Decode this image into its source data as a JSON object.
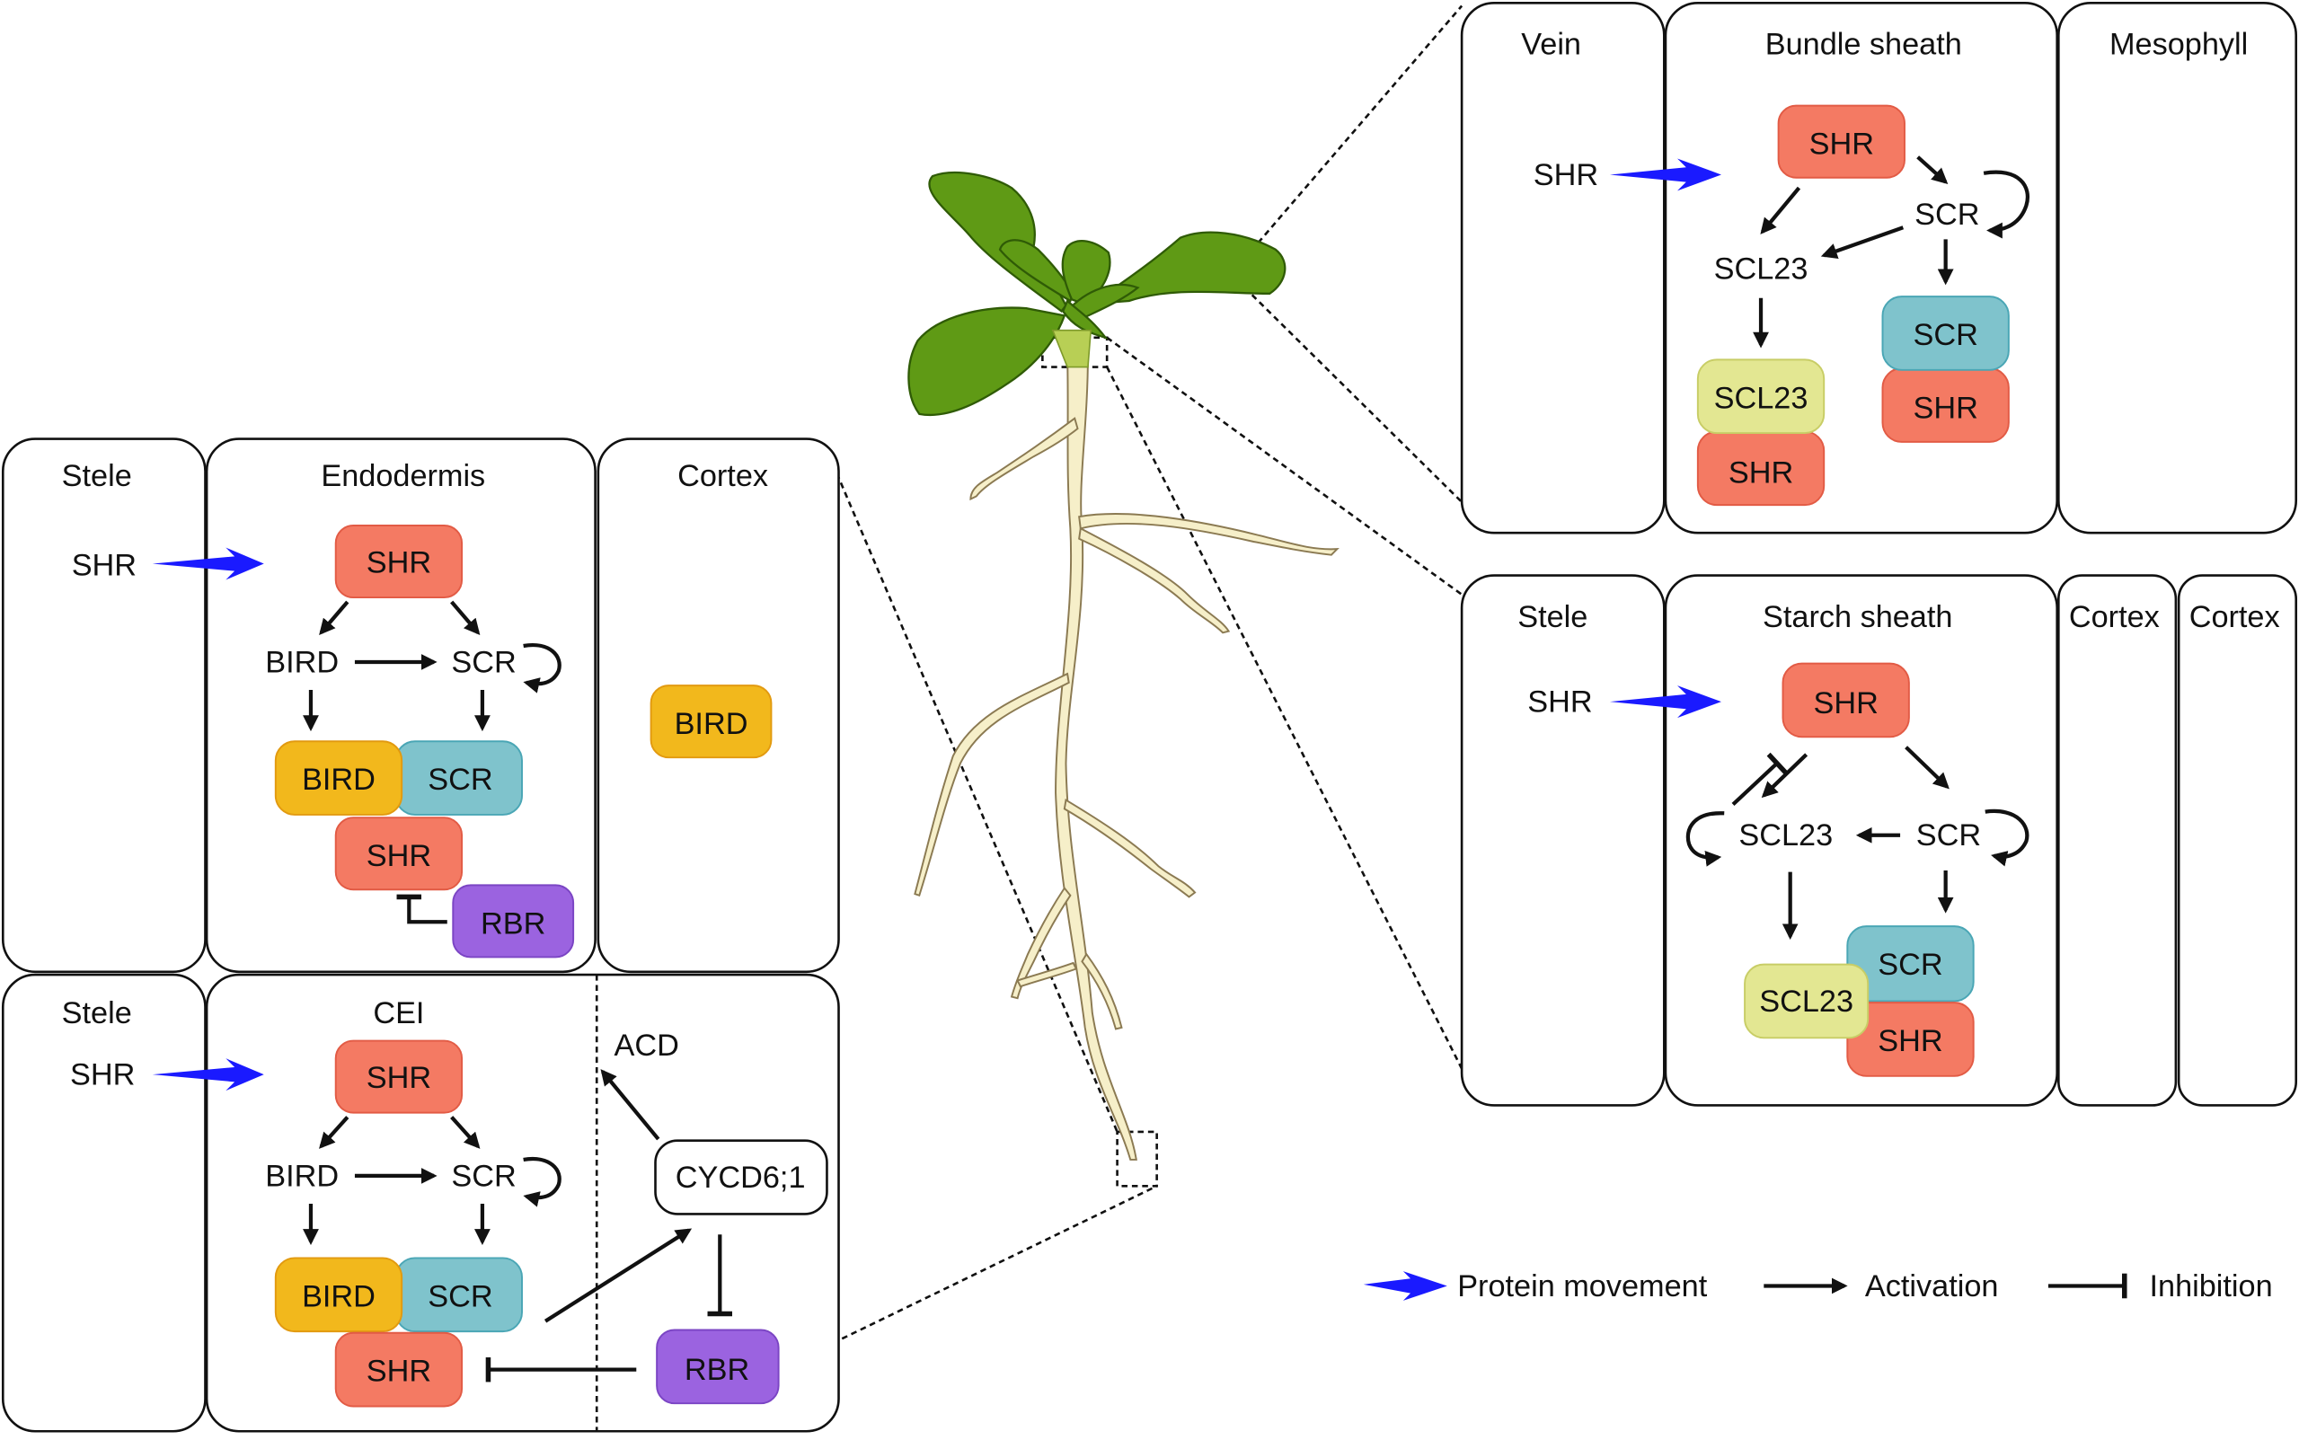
{
  "colors": {
    "SHR": "#f47a63",
    "SCR": "#7fc3cc",
    "BIRD": "#f2b81c",
    "SCL23": "#e3e792",
    "RBR": "#9b63e0",
    "movement_arrow": "#1a1aff",
    "leaf": "#5f9a15",
    "root": "#f6efc9"
  },
  "root_panel_upper": {
    "headers": {
      "stele": "Stele",
      "endodermis": "Endodermis",
      "cortex": "Cortex"
    },
    "labels": {
      "moving_shr": "SHR",
      "bird": "BIRD",
      "scr": "SCR"
    },
    "boxes": {
      "shr_top": "SHR",
      "bird": "BIRD",
      "scr": "SCR",
      "shr_complex": "SHR",
      "rbr": "RBR",
      "bird_cortex": "BIRD"
    }
  },
  "root_panel_lower": {
    "headers": {
      "stele": "Stele",
      "cei": "CEI"
    },
    "labels": {
      "moving_shr": "SHR",
      "bird": "BIRD",
      "scr": "SCR",
      "acd": "ACD"
    },
    "boxes": {
      "shr_top": "SHR",
      "bird": "BIRD",
      "scr": "SCR",
      "shr_complex": "SHR",
      "cycd": "CYCD6;1",
      "rbr": "RBR"
    }
  },
  "leaf_panel": {
    "headers": {
      "vein": "Vein",
      "bundle_sheath": "Bundle sheath",
      "mesophyll": "Mesophyll"
    },
    "labels": {
      "moving_shr": "SHR",
      "scr": "SCR",
      "scl23": "SCL23"
    },
    "boxes": {
      "shr_top": "SHR",
      "scl23": "SCL23",
      "shr_left": "SHR",
      "scr": "SCR",
      "shr_right": "SHR"
    }
  },
  "stem_panel": {
    "headers": {
      "stele": "Stele",
      "starch_sheath": "Starch sheath",
      "cortex1": "Cortex",
      "cortex2": "Cortex"
    },
    "labels": {
      "moving_shr": "SHR",
      "scl23": "SCL23",
      "scr": "SCR"
    },
    "boxes": {
      "shr_top": "SHR",
      "scr": "SCR",
      "scl23": "SCL23",
      "shr_bottom": "SHR"
    }
  },
  "legend": {
    "movement": "Protein movement",
    "activation": "Activation",
    "inhibition": "Inhibition"
  }
}
